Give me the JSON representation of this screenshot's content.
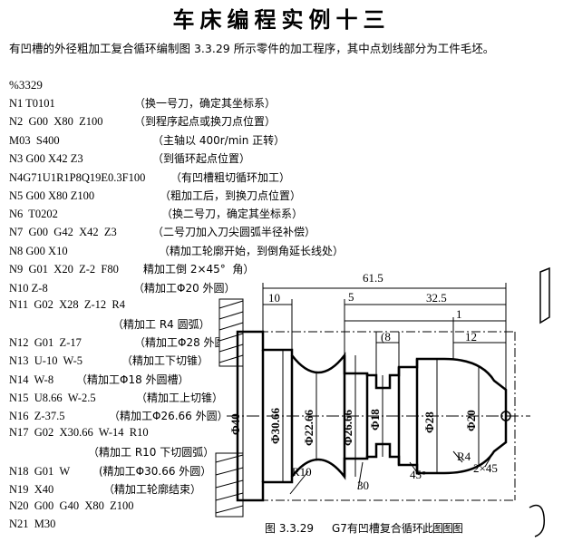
{
  "title": "车床编程实例十三",
  "intro": "有凹槽的外径粗加工复合循环编制图 3.3.29 所示零件的加工程序，其中点划线部分为工件毛坯。",
  "program_name": "%3329",
  "program": [
    {
      "code": "N1 T0101",
      "comment": "（换一号刀，确定其坐标系）"
    },
    {
      "code": "N2  G00  X80  Z100",
      "comment": "（到程序起点或换刀点位置）"
    },
    {
      "code": "M03  S400",
      "comment": "（主轴以 400r/min 正转）"
    },
    {
      "code": "N3 G00 X42 Z3",
      "comment": "（到循环起点位置）"
    },
    {
      "code": "N4G71U1R1P8Q19E0.3F100",
      "comment": "（有凹槽粗切循环加工）"
    },
    {
      "code": "N5 G00 X80 Z100",
      "comment": "（粗加工后，到换刀点位置）"
    },
    {
      "code": "N6  T0202",
      "comment": "（换二号刀，确定其坐标系）"
    },
    {
      "code": "N7  G00  G42  X42  Z3",
      "comment": "（二号刀加入刀尖圆弧半径补偿）"
    },
    {
      "code": "N8 G00 X10",
      "comment": "（精加工轮廓开始，到倒角延长线处）"
    },
    {
      "code": "N9  G01  X20  Z-2  F80",
      "comment": "精加工倒 2×45°  角）"
    },
    {
      "code": "N10 Z-8",
      "comment": "（精加工Φ20 外圆）"
    },
    {
      "code": "N11  G02  X28  Z-12  R4",
      "comment": ""
    },
    {
      "code": "",
      "comment": "（精加工 R4 圆弧）"
    },
    {
      "code": "N12  G01  Z-17",
      "comment": "（精加工Φ28 外圆）"
    },
    {
      "code": "N13  U-10  W-5",
      "comment": "（精加工下切锥）"
    },
    {
      "code": "N14  W-8",
      "comment": "（精加工Φ18 外圆槽）"
    },
    {
      "code": "N15  U8.66  W-2.5",
      "comment": "（精加工上切锥）"
    },
    {
      "code": "N16  Z-37.5",
      "comment": "（精加工Φ26.66 外圆）"
    },
    {
      "code": "N17  G02  X30.66  W-14  R10",
      "comment": ""
    },
    {
      "code": "",
      "comment": "（精加工 R10 下切圆弧）"
    },
    {
      "code": "N18  G01  W",
      "comment": "(精加工Φ30.66 外圆）"
    },
    {
      "code": "N19  X40",
      "comment": "（精加工轮廓结束）"
    },
    {
      "code": "N20  G00  G40  X80  Z100",
      "comment": ""
    },
    {
      "code": "N21  M30",
      "comment": ""
    }
  ],
  "drawing": {
    "dims": {
      "total": "61.5",
      "d10": "10",
      "d5": "5",
      "d32_5": "32.5",
      "d1": "1",
      "d8": "(8",
      "d12": "12",
      "dia40": "Φ40",
      "dia30_66": "Φ30.66",
      "dia22_66": "Φ22.66",
      "dia26_66": "Φ26.66",
      "dia18": "Φ18",
      "dia28": "Φ28",
      "dia20": "Φ20",
      "r10": "R10",
      "r4": "R4",
      "chamfer": "2×45",
      "d30": "30",
      "angle": "45°"
    }
  },
  "caption": {
    "fig": "图 3.3.29",
    "text": "G7有凹槽复合循",
    "stamp": "环此图图图"
  }
}
